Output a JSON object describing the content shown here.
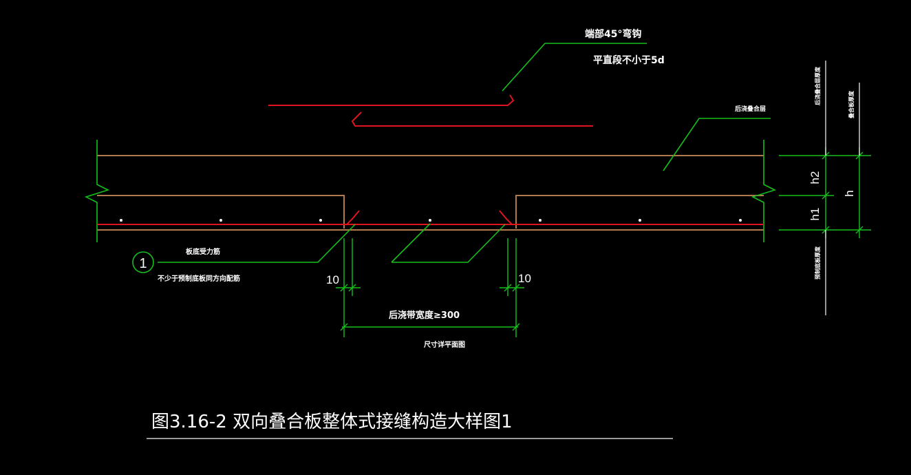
{
  "colors": {
    "background": "#000000",
    "concrete": "#b07a4c",
    "rebar": "#e0141e",
    "leader": "#15c01c",
    "text": "#ffffff",
    "title_underline": "#9a9a9a"
  },
  "labels": {
    "hook_45": "端部45°弯钩",
    "straight_len": "平直段不小于5d",
    "topping_layer": "后浇叠合层",
    "topping_thickness": "后浇叠合层厚度",
    "composite_thickness": "叠合板厚度",
    "precast_thickness": "预制底板厚度",
    "h2": "h2",
    "h1": "h1",
    "h": "h",
    "callout_num": "1",
    "bottom_bar": "板底受力筋",
    "bottom_bar_note": "不少于预制底板同方向配筋",
    "dim_left": "10",
    "dim_right": "10",
    "joint_width": "后浇带宽度≥300",
    "plan_ref": "尺寸详平面图",
    "figure_title": "图3.16-2  双向叠合板整体式接缝构造大样图1"
  }
}
